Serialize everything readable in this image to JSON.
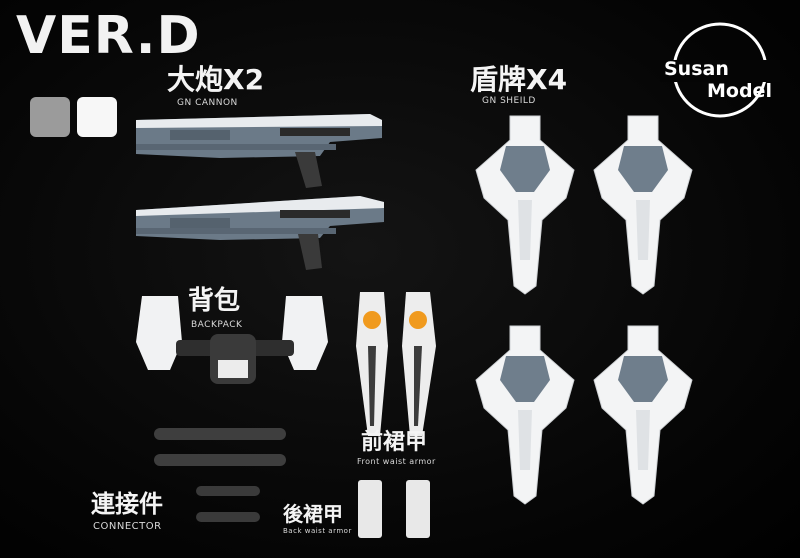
{
  "version_label": "VER.D",
  "swatch_colors": [
    "#9b9b9b",
    "#f7f7f7"
  ],
  "brand": {
    "line1": "Susan",
    "line2": "Model"
  },
  "labels": {
    "cannon_cn": "大炮X2",
    "cannon_en": "GN CANNON",
    "shield_cn": "盾牌X4",
    "shield_en": "GN SHEILD",
    "backpack_cn": "背包",
    "backpack_en": "BACKPACK",
    "front_waist_cn": "前裙甲",
    "front_waist_en": "Front waist armor",
    "back_waist_cn": "後裙甲",
    "back_waist_en": "Back waist armor",
    "connector_cn": "連接件",
    "connector_en": "CONNECTOR"
  }
}
